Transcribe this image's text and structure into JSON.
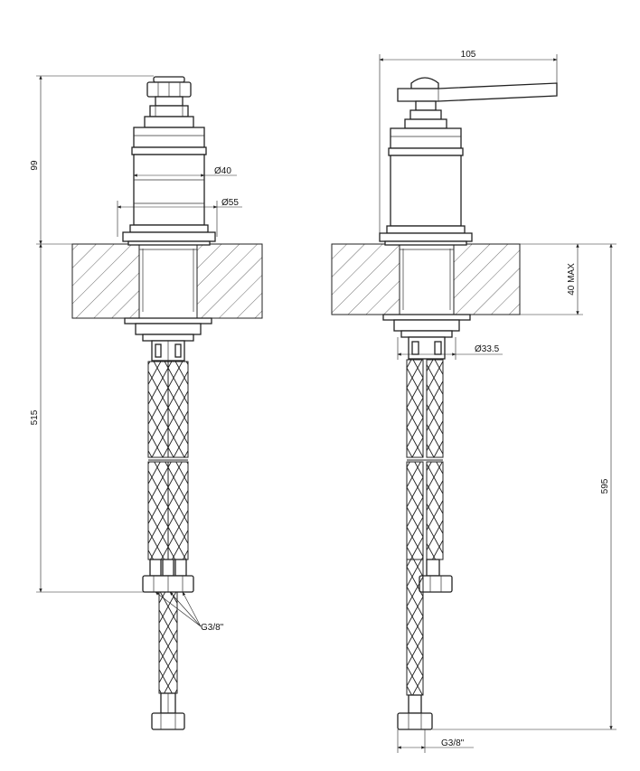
{
  "dimensions": {
    "front_height": "99",
    "front_body_dia": "Ø40",
    "front_base_dia": "Ø55",
    "front_hose_length": "515",
    "front_connection": "G3/8\"",
    "side_width": "105",
    "side_counter_max": "40 MAX",
    "side_shank_dia": "Ø33.5",
    "side_total_length": "595",
    "side_connection": "G3/8\""
  }
}
